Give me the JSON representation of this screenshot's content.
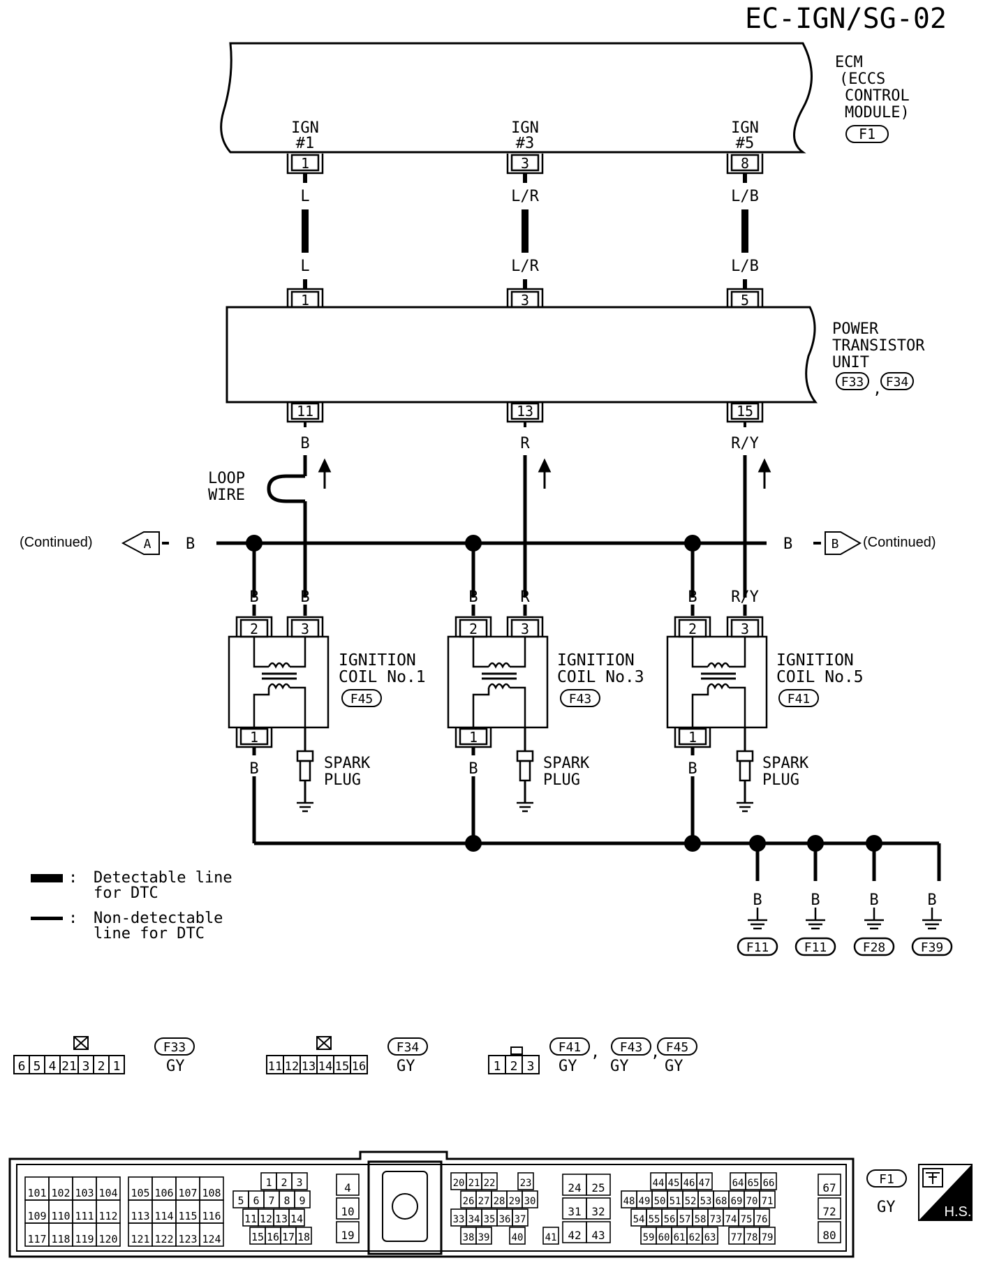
{
  "page_id": "EC-IGN/SG-02",
  "ecm": {
    "name_lines": [
      "ECM",
      "(ECCS",
      "CONTROL",
      "MODULE)"
    ],
    "connector": "F1",
    "pins": [
      {
        "label1": "IGN",
        "label2": "#1",
        "pin": "1"
      },
      {
        "label1": "IGN",
        "label2": "#3",
        "pin": "3"
      },
      {
        "label1": "IGN",
        "label2": "#5",
        "pin": "8"
      }
    ]
  },
  "wires_upper": [
    {
      "top_color": "L",
      "bottom_color": "L"
    },
    {
      "top_color": "L/R",
      "bottom_color": "L/R"
    },
    {
      "top_color": "L/B",
      "bottom_color": "L/B"
    }
  ],
  "power_transistor": {
    "name_lines": [
      "POWER",
      "TRANSISTOR",
      "UNIT"
    ],
    "connectors": [
      "F33",
      "F34"
    ],
    "separator": ",",
    "input_pins": [
      "1",
      "3",
      "5"
    ],
    "output_pins": [
      "11",
      "13",
      "15"
    ],
    "output_colors": [
      "B",
      "R",
      "R/Y"
    ]
  },
  "loop_wire": [
    "LOOP",
    "WIRE"
  ],
  "bus": {
    "left_text": "(Continued)",
    "left_tag": "A",
    "left_color": "B",
    "right_color": "B",
    "right_tag": "B",
    "right_text": "(Continued)"
  },
  "coils": [
    {
      "title": "IGNITION",
      "sub": "COIL No.1",
      "connector": "F45",
      "pin2_color": "B",
      "pin3_color": "B",
      "pin1_color": "B"
    },
    {
      "title": "IGNITION",
      "sub": "COIL No.3",
      "connector": "F43",
      "pin2_color": "B",
      "pin3_color": "R",
      "pin1_color": "B"
    },
    {
      "title": "IGNITION",
      "sub": "COIL No.5",
      "connector": "F41",
      "pin2_color": "B",
      "pin3_color": "R/Y",
      "pin1_color": "B"
    }
  ],
  "coil_pins": [
    "2",
    "3",
    "1"
  ],
  "spark_plug": [
    "SPARK",
    "PLUG"
  ],
  "grounds": [
    {
      "color": "B",
      "connector": "F11"
    },
    {
      "color": "B",
      "connector": "F11"
    },
    {
      "color": "B",
      "connector": "F28"
    },
    {
      "color": "B",
      "connector": "F39"
    }
  ],
  "legend": [
    {
      "sep": ":",
      "lines": [
        "Detectable line",
        "for DTC"
      ]
    },
    {
      "sep": ":",
      "lines": [
        "Non-detectable",
        "line for DTC"
      ]
    }
  ],
  "connector_views": {
    "f33": {
      "cells": [
        "6",
        "5",
        "4",
        "21",
        "3",
        "2",
        "1"
      ],
      "tag": "F33",
      "color": "GY"
    },
    "f34": {
      "cells": [
        "11",
        "12",
        "13",
        "14",
        "15",
        "16"
      ],
      "tag": "F34",
      "color": "GY"
    },
    "f41": {
      "cells": [
        "1",
        "2",
        "3"
      ],
      "tags": [
        "F41",
        "F43",
        "F45"
      ],
      "colors": [
        "GY",
        "GY",
        "GY"
      ],
      "sep": ","
    }
  },
  "ecm_connector": {
    "block_a": [
      [
        "101",
        "102",
        "103",
        "104"
      ],
      [
        "109",
        "110",
        "111",
        "112"
      ],
      [
        "117",
        "118",
        "119",
        "120"
      ]
    ],
    "block_b": [
      [
        "105",
        "106",
        "107",
        "108"
      ],
      [
        "113",
        "114",
        "115",
        "116"
      ],
      [
        "121",
        "122",
        "123",
        "124"
      ]
    ],
    "block_c": [
      [
        "1",
        "2",
        "3"
      ],
      [
        "5",
        "6",
        "7",
        "8",
        "9"
      ],
      [
        "11",
        "12",
        "13",
        "14"
      ],
      [
        "15",
        "16",
        "17",
        "18"
      ]
    ],
    "block_d": [
      "4",
      "10",
      "19"
    ],
    "block_e": [
      [
        "20",
        "21",
        "22",
        "23"
      ],
      [
        "26",
        "27",
        "28",
        "29",
        "30"
      ],
      [
        "33",
        "34",
        "35",
        "36",
        "37"
      ],
      [
        "38",
        "39",
        "40",
        "41"
      ]
    ],
    "block_f": [
      [
        "24",
        "25"
      ],
      [
        "31",
        "32"
      ],
      [
        "42",
        "43"
      ]
    ],
    "block_g": [
      [
        "44",
        "45",
        "46",
        "47",
        "64",
        "65",
        "66"
      ],
      [
        "48",
        "49",
        "50",
        "51",
        "52",
        "53",
        "68",
        "69",
        "70",
        "71"
      ],
      [
        "54",
        "55",
        "56",
        "57",
        "58",
        "73",
        "74",
        "75",
        "76"
      ],
      [
        "59",
        "60",
        "61",
        "62",
        "63",
        "77",
        "78",
        "79"
      ]
    ],
    "block_h": [
      "67",
      "72",
      "80"
    ],
    "tag": "F1",
    "color": "GY",
    "badge": "H.S."
  }
}
